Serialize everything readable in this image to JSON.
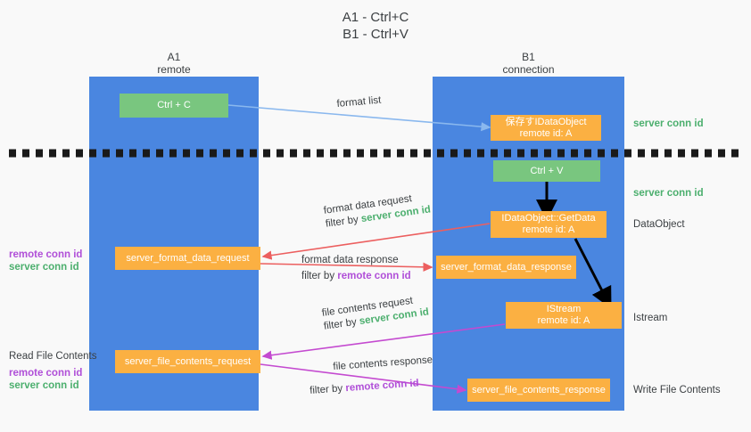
{
  "title": {
    "line1": "A1 - Ctrl+C",
    "line2": "B1 - Ctrl+V"
  },
  "columns": [
    {
      "name": "A1",
      "sub": "remote"
    },
    {
      "name": "B1",
      "sub": "connection"
    }
  ],
  "boxes": {
    "ctrl_c": {
      "label": "Ctrl + C"
    },
    "ctrl_v": {
      "label": "Ctrl + V"
    },
    "idataobject_save": {
      "line1": "保存すIDataObject",
      "line2": "remote id: A"
    },
    "idataobject_getdata": {
      "line1": "IDataObject::GetData",
      "line2": "remote id: A"
    },
    "istream": {
      "line1": "IStream",
      "line2": "remote id: A"
    },
    "server_format_data_request": {
      "label": "server_format_data_request"
    },
    "server_format_data_response": {
      "label": "server_format_data_response"
    },
    "server_file_contents_request": {
      "label": "server_file_contents_request"
    },
    "server_file_contents_response": {
      "label": "server_file_contents_response"
    }
  },
  "right_labels": {
    "server_conn_id_top": "server conn id",
    "server_conn_id_mid": "server conn id",
    "dataobject": "DataObject",
    "istream": "Istream",
    "write_file_contents": "Write File Contents"
  },
  "left_labels": {
    "read_file_contents": "Read File Contents",
    "remote_conn_id_1": "remote conn id",
    "server_conn_id_1": "server conn id",
    "remote_conn_id_2": "remote conn id",
    "server_conn_id_2": "server conn id"
  },
  "edges": {
    "format_list": {
      "label": "format list"
    },
    "format_data_request": {
      "line1": "format data request",
      "line2_prefix": "filter by ",
      "line2_key": "server conn id"
    },
    "format_data_response": {
      "line1": "format data response",
      "line2_prefix": "filter by ",
      "line2_key": "remote conn id"
    },
    "file_contents_request": {
      "line1": "file contents request",
      "line2_prefix": "filter by ",
      "line2_key": "server conn id"
    },
    "file_contents_response": {
      "line1": "file contents response",
      "line2_prefix": "filter by ",
      "line2_key": "remote conn id"
    }
  },
  "colors": {
    "lane": "#4a86e0",
    "green_box": "#79c67f",
    "orange_box": "#fbb042",
    "server_conn_id": "#4caf6e",
    "remote_conn_id": "#b04fd8",
    "red_arrow": "#ec5f5f",
    "purple_arrow": "#c44ad0",
    "blue_arrow": "#8ab8ee",
    "black_arrow": "#000000",
    "background": "#f9f9f9"
  }
}
